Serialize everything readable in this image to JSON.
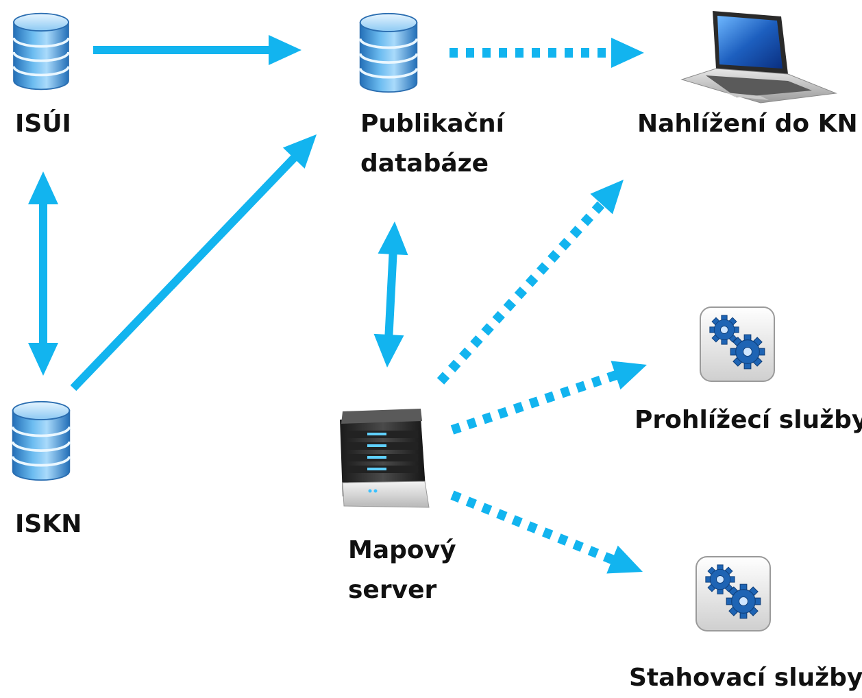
{
  "colors": {
    "arrow": "#12b4ef",
    "db_light": "#bfe3fb",
    "db_mid": "#5fb0ea",
    "db_dark": "#2470b8",
    "gear": "#1e64b4",
    "label": "#111111"
  },
  "nodes": {
    "isui": {
      "label": "ISÚI",
      "icon": "database-icon"
    },
    "iskn": {
      "label": "ISKN",
      "icon": "database-icon"
    },
    "publikacni": {
      "line1": "Publikační",
      "line2": "databáze",
      "icon": "database-icon"
    },
    "nahlizeni": {
      "label": "Nahlížení do KN",
      "icon": "laptop-icon"
    },
    "mapovy": {
      "line1": "Mapový",
      "line2": "server",
      "icon": "server-icon"
    },
    "prohlizeci": {
      "label": "Prohlížecí služby",
      "icon": "gears-icon"
    },
    "stahovaci": {
      "label": "Stahovací služby",
      "icon": "gears-icon"
    }
  },
  "edges": [
    {
      "id": "isui-to-publikacni",
      "from": "isui",
      "to": "publikacni",
      "style": "solid",
      "direction": "forward"
    },
    {
      "id": "publikacni-to-nahlizeni",
      "from": "publikacni",
      "to": "nahlizeni",
      "style": "dotted",
      "direction": "forward"
    },
    {
      "id": "isui-iskn",
      "from": "isui",
      "to": "iskn",
      "style": "solid",
      "direction": "both"
    },
    {
      "id": "iskn-to-publikacni",
      "from": "iskn",
      "to": "publikacni",
      "style": "solid",
      "direction": "forward"
    },
    {
      "id": "publikacni-mapovy",
      "from": "publikacni",
      "to": "mapovy",
      "style": "solid",
      "direction": "both"
    },
    {
      "id": "mapovy-to-nahlizeni",
      "from": "mapovy",
      "to": "nahlizeni",
      "style": "dotted",
      "direction": "forward"
    },
    {
      "id": "mapovy-to-prohlizeci",
      "from": "mapovy",
      "to": "prohlizeci",
      "style": "dotted",
      "direction": "forward"
    },
    {
      "id": "mapovy-to-stahovaci",
      "from": "mapovy",
      "to": "stahovaci",
      "style": "dotted",
      "direction": "forward"
    }
  ]
}
